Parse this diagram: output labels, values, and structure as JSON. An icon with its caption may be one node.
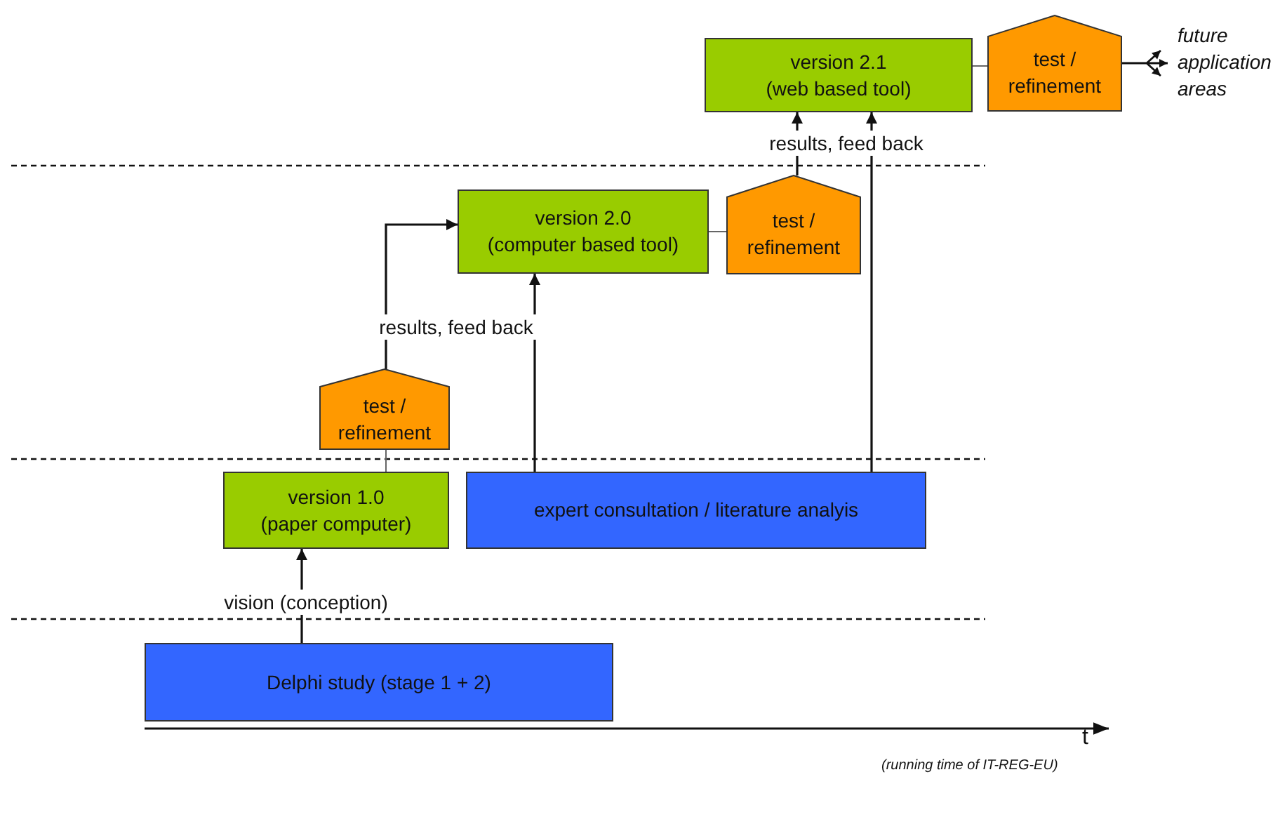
{
  "diagram": {
    "nodes": [
      {
        "text": [
          "Delphi study (stage 1 + 2)"
        ]
      },
      {
        "text": [
          "version 1.0",
          "(paper computer)"
        ]
      },
      {
        "text": [
          "expert consultation / literature analyis"
        ]
      },
      {
        "text": [
          "test / refinement"
        ]
      },
      {
        "text": [
          "version 2.0",
          "(computer based tool)"
        ]
      },
      {
        "text": [
          "test / refinement"
        ]
      },
      {
        "text": [
          "version 2.1",
          "(web based tool)"
        ]
      },
      {
        "text": [
          "test / refinement"
        ]
      },
      {
        "text": [
          "future application areas"
        ]
      }
    ],
    "edges": [
      {
        "from": 0,
        "to": 1,
        "arrow": "to",
        "label": "vision (conception)"
      },
      {
        "from": 1,
        "to": 3,
        "arrow": "none"
      },
      {
        "from": 3,
        "to": 4,
        "arrow": "to",
        "label": "results, feed back"
      },
      {
        "from": 2,
        "to": 4,
        "arrow": "to"
      },
      {
        "from": 4,
        "to": 5,
        "arrow": "none"
      },
      {
        "from": 5,
        "to": 6,
        "arrow": "to",
        "label": "results, feed back"
      },
      {
        "from": 2,
        "to": 6,
        "arrow": "to"
      },
      {
        "from": 6,
        "to": 7,
        "arrow": "none"
      },
      {
        "from": 7,
        "to": 8,
        "arrow": "to"
      }
    ],
    "labels": [
      "t",
      "(running time of IT-REG-EU)"
    ]
  }
}
